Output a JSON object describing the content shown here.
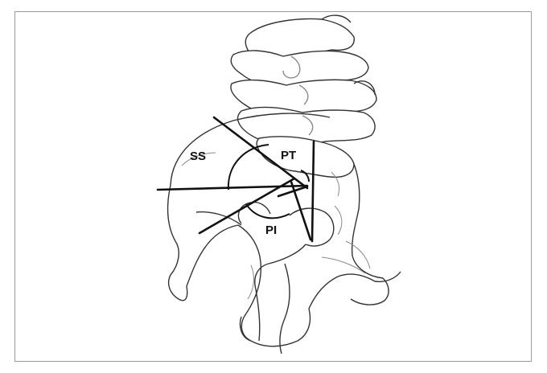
{
  "figure": {
    "labels": {
      "ss": "SS",
      "pt": "PT",
      "pi": "PI"
    },
    "colors": {
      "line": "#111111",
      "outline": "#333333",
      "detail": "#8a8a8a",
      "frame": "#9a9a9a"
    }
  }
}
